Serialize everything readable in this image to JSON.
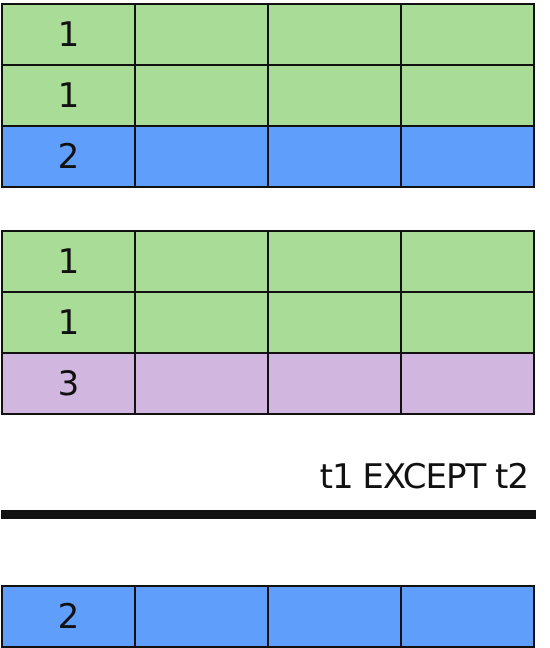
{
  "colors": {
    "green": "#a9dc96",
    "blue": "#5f9efb",
    "purple": "#d1b6e0",
    "border": "#111111"
  },
  "table1": {
    "rows": [
      {
        "key": "1",
        "color": "green"
      },
      {
        "key": "1",
        "color": "green"
      },
      {
        "key": "2",
        "color": "blue"
      }
    ]
  },
  "table2": {
    "rows": [
      {
        "key": "1",
        "color": "green"
      },
      {
        "key": "1",
        "color": "green"
      },
      {
        "key": "3",
        "color": "purple"
      }
    ]
  },
  "operation": {
    "label": "t1 EXCEPT t2"
  },
  "result": {
    "rows": [
      {
        "key": "2",
        "color": "blue"
      }
    ]
  }
}
